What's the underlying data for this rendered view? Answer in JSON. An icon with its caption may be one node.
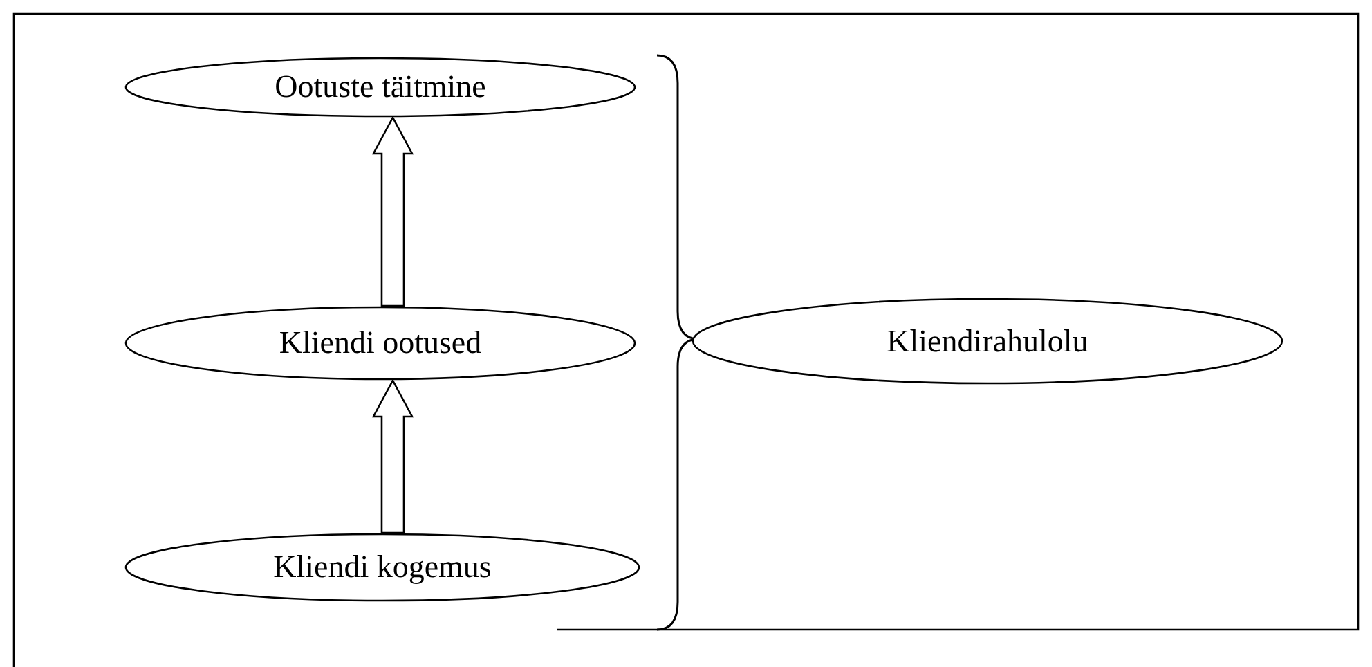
{
  "diagram": {
    "nodes": [
      {
        "text": [
          "Ootuste täitmine"
        ]
      },
      {
        "text": [
          "Kliendi ootused"
        ]
      },
      {
        "text": [
          "Kliendi kogemus"
        ]
      },
      {
        "text": [
          "Kliendirahulolu"
        ]
      }
    ],
    "edges": [
      {
        "from": 2,
        "to": 1,
        "arrow": "to"
      },
      {
        "from": 1,
        "to": 0,
        "arrow": "to"
      }
    ]
  }
}
